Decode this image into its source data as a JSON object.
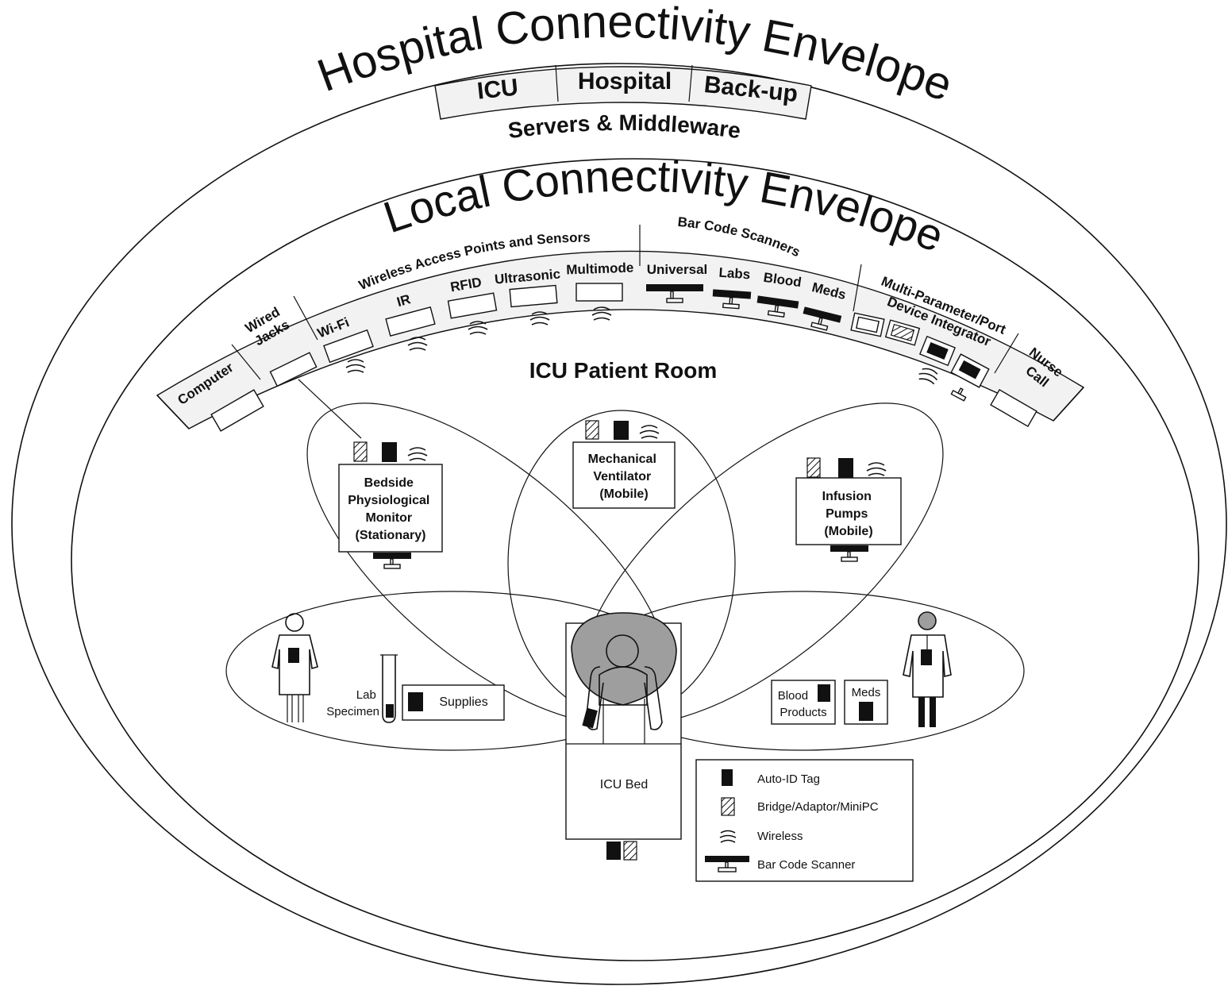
{
  "hospital": {
    "title": "Hospital Connectivity Envelope",
    "servers": [
      "ICU",
      "Hospital",
      "Back-up"
    ],
    "servers_caption": "Servers & Middleware"
  },
  "local": {
    "title": "Local Connectivity Envelope",
    "computer": "Computer",
    "wired_jacks": [
      "Wired",
      "Jacks"
    ],
    "wireless_header": "Wireless Access Points and Sensors",
    "wireless_items": [
      "Wi-Fi",
      "IR",
      "RFID",
      "Ultrasonic",
      "Multimode"
    ],
    "barcode_header": "Bar Code Scanners",
    "barcode_items": [
      "Universal",
      "Labs",
      "Blood",
      "Meds"
    ],
    "integrator": [
      "Multi-Parameter/Port",
      "Device Integrator"
    ],
    "nurse_call": [
      "Nurse",
      "Call"
    ]
  },
  "room": {
    "title": "ICU Patient Room",
    "bedside_monitor": [
      "Bedside",
      "Physiological",
      "Monitor",
      "(Stationary)"
    ],
    "ventilator": [
      "Mechanical",
      "Ventilator",
      "(Mobile)"
    ],
    "infusion": [
      "Infusion",
      "Pumps",
      "(Mobile)"
    ],
    "lab_specimen": [
      "Lab",
      "Specimen"
    ],
    "supplies": "Supplies",
    "blood_products": [
      "Blood",
      "Products"
    ],
    "meds": "Meds",
    "icu_bed": "ICU Bed"
  },
  "legend": [
    {
      "label": "Auto-ID Tag",
      "icon": "auto-id-tag-icon"
    },
    {
      "label": "Bridge/Adaptor/MiniPC",
      "icon": "bridge-adaptor-icon"
    },
    {
      "label": "Wireless",
      "icon": "wireless-icon"
    },
    {
      "label": "Bar Code Scanner",
      "icon": "bar-code-scanner-icon"
    }
  ]
}
